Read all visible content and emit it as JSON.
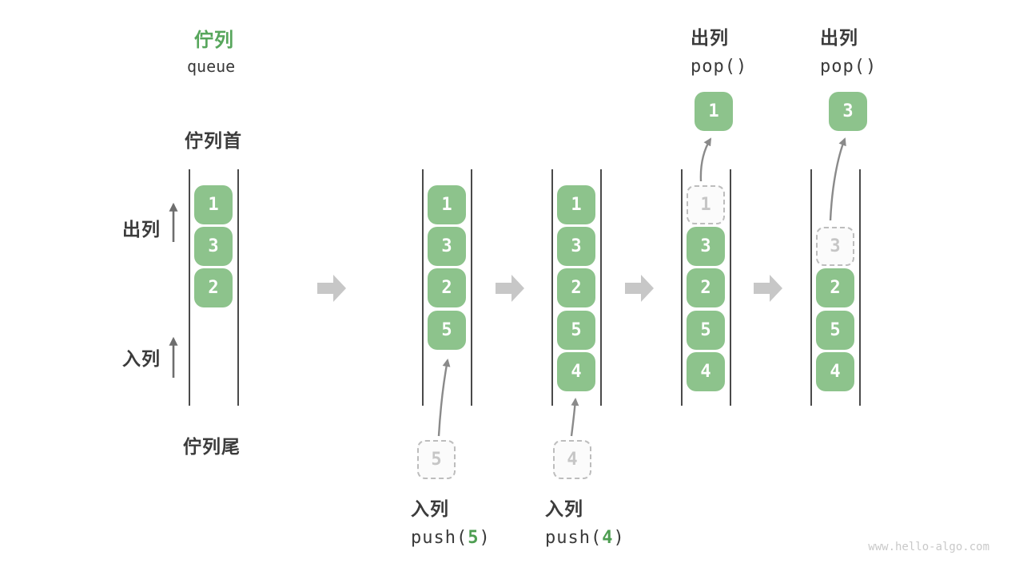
{
  "title": {
    "zh": "佇列",
    "en": "queue"
  },
  "side_labels": {
    "front": "佇列首",
    "rear": "佇列尾",
    "dequeue": "出列",
    "enqueue": "入列"
  },
  "watermark": "www.hello-algo.com",
  "colors": {
    "box_green": "#8DC38C",
    "title_green": "#57A65C",
    "code_arg_green": "#4e9e52",
    "big_arrow_gray": "#c7c7c7",
    "line_dark": "#4a4a4a",
    "faded_gray": "#c6c6c6"
  },
  "columns": [
    {
      "name": "state-initial",
      "cells": [
        {
          "row": 0,
          "value": "1",
          "style": "solid"
        },
        {
          "row": 1,
          "value": "3",
          "style": "solid"
        },
        {
          "row": 2,
          "value": "2",
          "style": "solid"
        }
      ]
    },
    {
      "name": "state-push-5",
      "cells": [
        {
          "row": 0,
          "value": "1",
          "style": "solid"
        },
        {
          "row": 1,
          "value": "3",
          "style": "solid"
        },
        {
          "row": 2,
          "value": "2",
          "style": "solid"
        },
        {
          "row": 3,
          "value": "5",
          "style": "solid"
        }
      ],
      "staging": "5",
      "op": {
        "label": "入列",
        "fn_prefix": "push(",
        "arg": "5",
        "fn_suffix": ")"
      }
    },
    {
      "name": "state-push-4",
      "cells": [
        {
          "row": 0,
          "value": "1",
          "style": "solid"
        },
        {
          "row": 1,
          "value": "3",
          "style": "solid"
        },
        {
          "row": 2,
          "value": "2",
          "style": "solid"
        },
        {
          "row": 3,
          "value": "5",
          "style": "solid"
        },
        {
          "row": 4,
          "value": "4",
          "style": "solid"
        }
      ],
      "staging": "4",
      "op": {
        "label": "入列",
        "fn_prefix": "push(",
        "arg": "4",
        "fn_suffix": ")"
      }
    },
    {
      "name": "state-pop-1",
      "cells": [
        {
          "row": 0,
          "value": "1",
          "style": "dashed"
        },
        {
          "row": 1,
          "value": "3",
          "style": "solid"
        },
        {
          "row": 2,
          "value": "2",
          "style": "solid"
        },
        {
          "row": 3,
          "value": "5",
          "style": "solid"
        },
        {
          "row": 4,
          "value": "4",
          "style": "solid"
        }
      ],
      "popped": "1",
      "op": {
        "label": "出列",
        "fn_prefix": "pop()",
        "arg": "",
        "fn_suffix": ""
      }
    },
    {
      "name": "state-pop-3",
      "cells": [
        {
          "row": 1,
          "value": "3",
          "style": "dashed"
        },
        {
          "row": 2,
          "value": "2",
          "style": "solid"
        },
        {
          "row": 3,
          "value": "5",
          "style": "solid"
        },
        {
          "row": 4,
          "value": "4",
          "style": "solid"
        }
      ],
      "popped": "3",
      "op": {
        "label": "出列",
        "fn_prefix": "pop()",
        "arg": "",
        "fn_suffix": ""
      }
    }
  ]
}
